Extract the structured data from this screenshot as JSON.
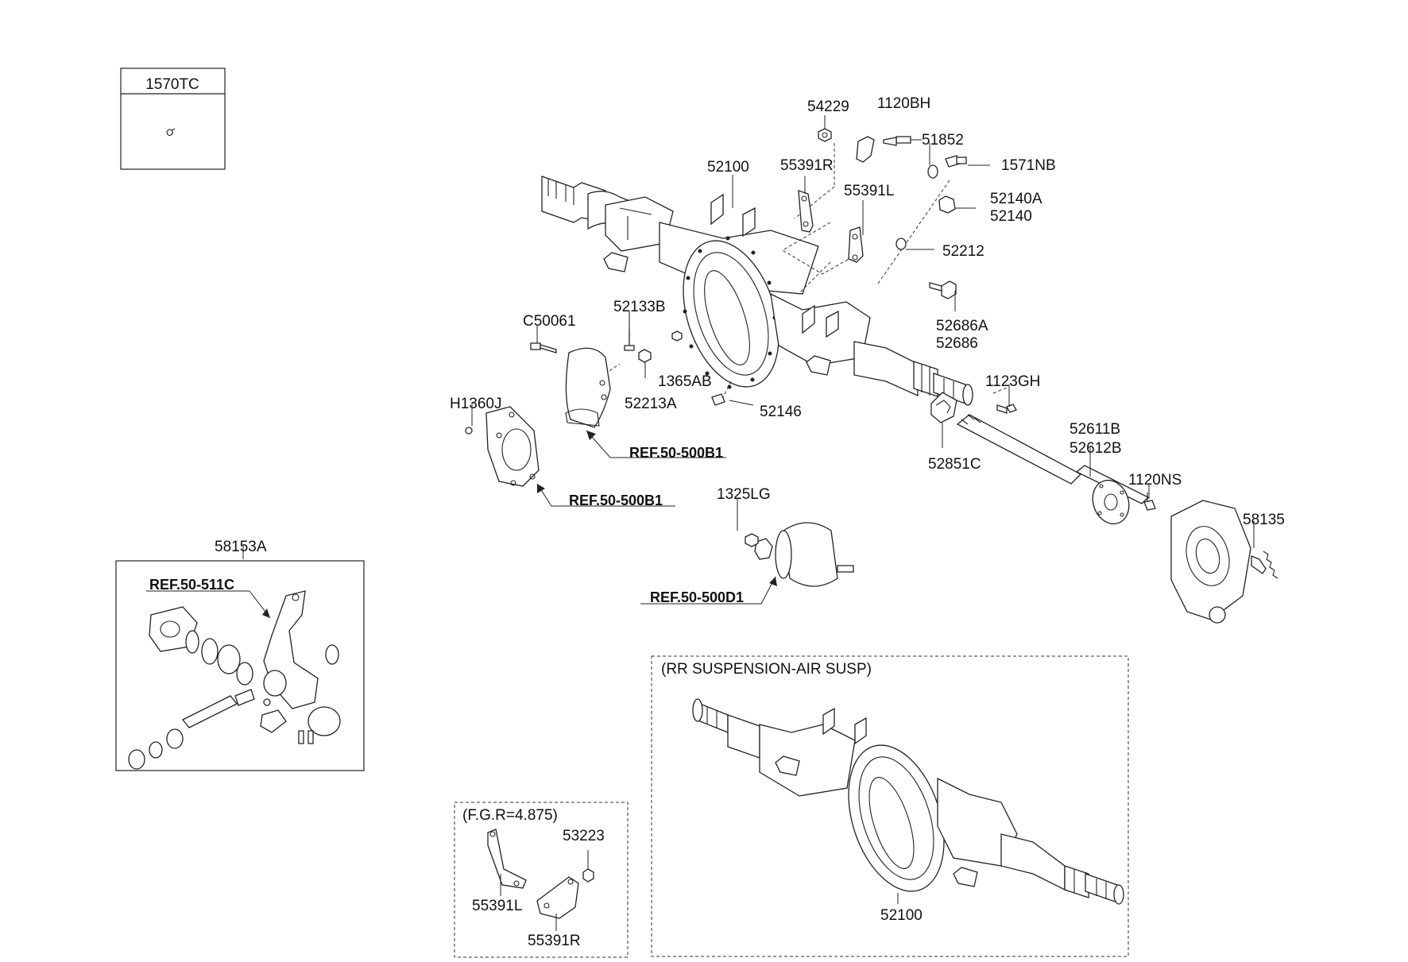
{
  "inset_box": {
    "code": "1570TC"
  },
  "labels": {
    "l_54229": "54229",
    "l_1120BH": "1120BH",
    "l_51852": "51852",
    "l_1571NB": "1571NB",
    "l_52100": "52100",
    "l_55391R": "55391R",
    "l_55391L": "55391L",
    "l_52140A": "52140A",
    "l_52140": "52140",
    "l_52212": "52212",
    "l_52133B": "52133B",
    "l_C50061": "C50061",
    "l_52686A": "52686A",
    "l_52686": "52686",
    "l_1365AB": "1365AB",
    "l_52213A": "52213A",
    "l_52146": "52146",
    "l_H1360J": "H1360J",
    "l_1123GH": "1123GH",
    "l_52611B": "52611B",
    "l_52612B": "52612B",
    "l_52851C": "52851C",
    "l_1120NS": "1120NS",
    "l_58135": "58135",
    "l_1325LG": "1325LG",
    "l_58153A": "58153A"
  },
  "refs": {
    "ref_500b1_a": "REF.50-500B1",
    "ref_500b1_b": "REF.50-500B1",
    "ref_500d1": "REF.50-500D1",
    "ref_511c": "REF.50-511C"
  },
  "air_susp": {
    "title": "(RR SUSPENSION-AIR SUSP)",
    "part": "52100"
  },
  "fgr": {
    "title": "(F.G.R=4.875)",
    "p1": "53223",
    "p2": "55391L",
    "p3": "55391R"
  }
}
